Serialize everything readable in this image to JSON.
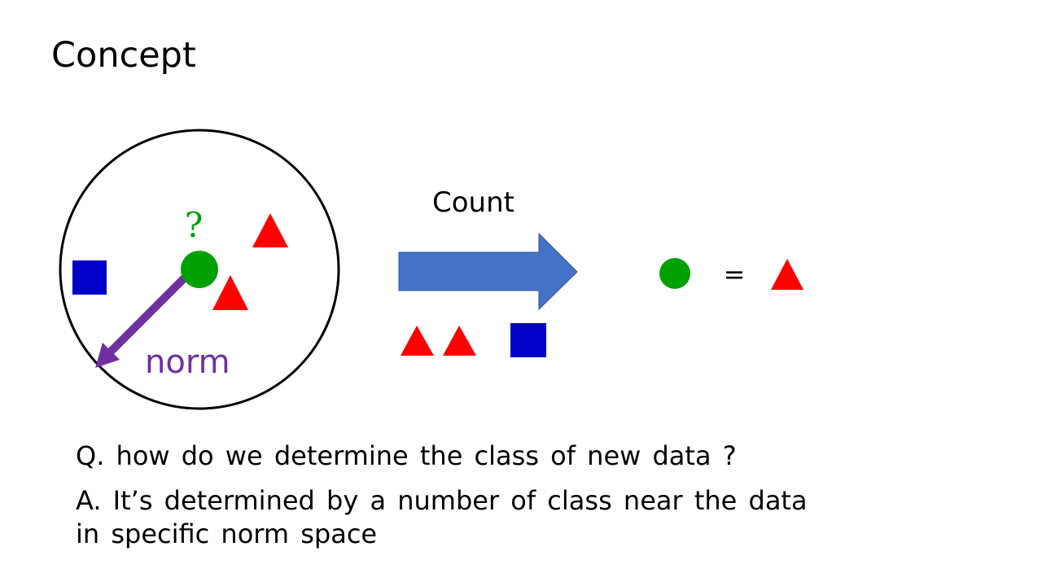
{
  "slide": {
    "title": "Concept"
  },
  "diagram": {
    "query_mark": "?",
    "radius_label": "norm",
    "action_label": "Count",
    "equals_sign": "=",
    "colors": {
      "query_point": "#00a000",
      "triangle_class": "#ff0000",
      "square_class": "#0000c8",
      "norm_arrow": "#7030a0",
      "count_arrow": "#4472c4",
      "circle_outline": "#000000"
    },
    "icons": {
      "query_point": "green-circle",
      "triangle_class": "red-triangle",
      "square_class": "blue-square"
    }
  },
  "qa": {
    "question": "Q. how do we determine the class of new data ?",
    "answer_line1": "A. It’s determined by a number of class near the data",
    "answer_line2": "in specific norm space"
  }
}
